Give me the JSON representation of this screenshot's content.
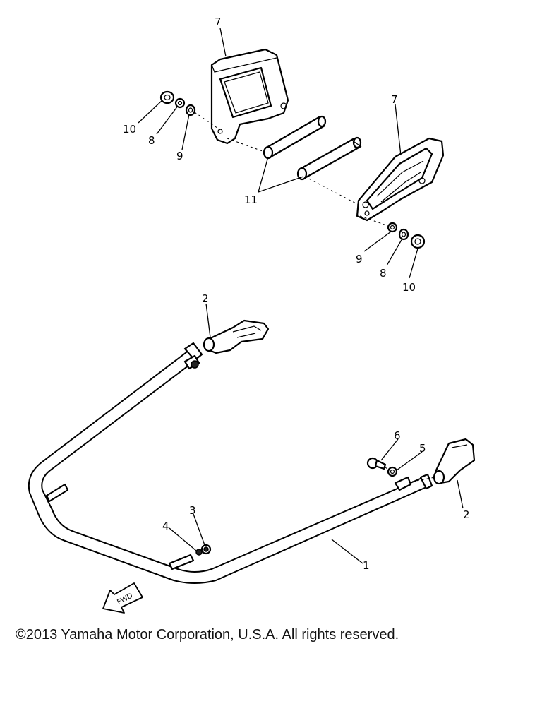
{
  "callouts": {
    "c1": "1",
    "c2a": "2",
    "c2b": "2",
    "c3": "3",
    "c4": "4",
    "c5": "5",
    "c6": "6",
    "c7a": "7",
    "c7b": "7",
    "c8a": "8",
    "c8b": "8",
    "c9a": "9",
    "c9b": "9",
    "c10a": "10",
    "c10b": "10",
    "c11": "11"
  },
  "fwd_label": "FWD",
  "copyright": "©2013 Yamaha Motor Corporation, U.S.A. All rights reserved."
}
